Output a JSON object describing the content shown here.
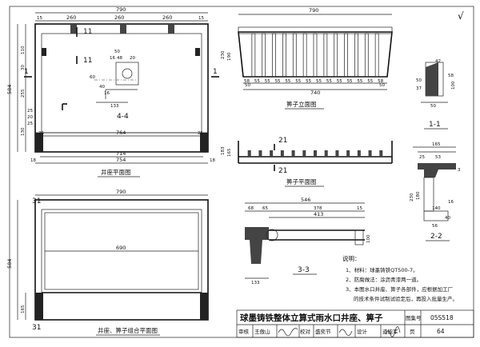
{
  "corner_mark": "√",
  "plan_top": {
    "title": "井座平面图",
    "dims_top": [
      "790",
      "15",
      "260",
      "260",
      "260",
      "15"
    ],
    "dims_bottom": [
      "764",
      "714",
      "25",
      "25",
      "18",
      "754",
      "18"
    ],
    "dims_left": [
      "584",
      "110",
      "30",
      "255",
      "130",
      "25",
      "20",
      "25"
    ],
    "section_marks": [
      "1",
      "1",
      "11",
      "11"
    ],
    "section_label": "4-4",
    "detail_dims": [
      "50",
      "16",
      "48",
      "20",
      "60",
      "40",
      "16",
      "133"
    ]
  },
  "grate_elev": {
    "title": "箅子立面图",
    "dims": [
      "790",
      "740",
      "230",
      "190",
      "50",
      "50"
    ],
    "spacing": [
      "58",
      "55",
      "55",
      "55",
      "55",
      "55",
      "55",
      "55",
      "55",
      "55",
      "55",
      "55",
      "55",
      "58"
    ]
  },
  "grate_plan": {
    "title": "箅子平面图",
    "marks": [
      "21",
      "21"
    ],
    "dims": [
      "183",
      "165"
    ]
  },
  "sec_1_1": {
    "label": "1-1",
    "dims": [
      "42",
      "50",
      "58",
      "100",
      "37",
      "50"
    ]
  },
  "sec_2_2": {
    "label": "2-2",
    "dims": [
      "165",
      "25",
      "53",
      "230",
      "180",
      "3",
      "16",
      "40",
      "140",
      "56"
    ]
  },
  "combo_plan": {
    "title": "井座、箅子组合平面图",
    "marks": [
      "31",
      "31"
    ],
    "dims": [
      "790",
      "690",
      "584",
      "165"
    ]
  },
  "sec_3_3": {
    "label": "3-3",
    "dims": [
      "546",
      "68",
      "65",
      "378",
      "15",
      "413",
      "100",
      "133"
    ]
  },
  "notes": {
    "heading": "说明：",
    "items": [
      "1、材料：球墨铸铁QT500-7。",
      "2、防腐做法：涂沥青漆两一道。",
      "3、本图水口井座、箅子各部件，应根据加工厂",
      "的技术条件试制试验定后，再投入批量生产。"
    ]
  },
  "title_block": {
    "title": "球墨铸铁整体立算式雨水口井座、箅子",
    "atlas_label": "图集号",
    "atlas_no": "05S518",
    "row2": [
      "审核",
      "王傲山",
      "校对",
      "盛奕节",
      "设计",
      "道能军"
    ],
    "page_label": "页",
    "page_no": "64"
  }
}
